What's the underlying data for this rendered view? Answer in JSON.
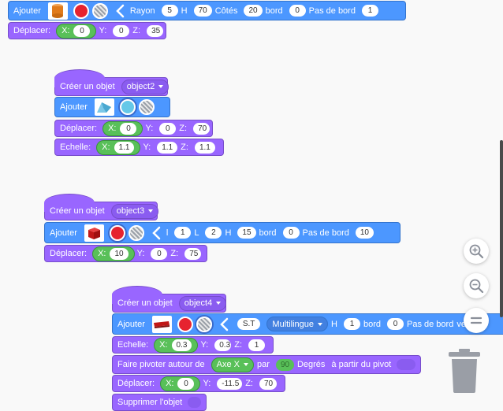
{
  "colors": {
    "motion": "#4c97ff",
    "looks": "#9966ff",
    "operator": "#59c059",
    "red": "#e6232f",
    "cyan": "#65c8e8"
  },
  "stack1": {
    "add": {
      "label": "Ajouter",
      "rayon_label": "Rayon",
      "rayon": "5",
      "h_label": "H",
      "h": "70",
      "cotes_label": "Côtés",
      "cotes": "20",
      "bord_label": "bord",
      "bord": "0",
      "pas_label": "Pas de bord",
      "pas": "1",
      "color": "#e6232f"
    },
    "move": {
      "label": "Déplacer:",
      "x_label": "X:",
      "x": "0",
      "y_label": "Y:",
      "y": "0",
      "z_label": "Z:",
      "z": "35"
    }
  },
  "stack2": {
    "create": {
      "label": "Créer un objet",
      "object": "object2"
    },
    "add": {
      "label": "Ajouter",
      "color": "#65c8e8"
    },
    "move": {
      "label": "Déplacer:",
      "x_label": "X:",
      "x": "0",
      "y_label": "Y:",
      "y": "0",
      "z_label": "Z:",
      "z": "70"
    },
    "scale": {
      "label": "Echelle:",
      "x_label": "X:",
      "x": "1.1",
      "y_label": "Y:",
      "y": "1.1",
      "z_label": "Z:",
      "z": "1.1"
    }
  },
  "stack3": {
    "create": {
      "label": "Créer un objet",
      "object": "object3"
    },
    "add": {
      "label": "Ajouter",
      "l_label": "l",
      "l": "1",
      "L_label": "L",
      "L": "2",
      "h_label": "H",
      "h": "15",
      "bord_label": "bord",
      "bord": "0",
      "pas_label": "Pas de bord",
      "pas": "10",
      "color": "#e6232f"
    },
    "move": {
      "label": "Déplacer:",
      "x_label": "X:",
      "x": "10",
      "y_label": "Y:",
      "y": "0",
      "z_label": "Z:",
      "z": "75"
    }
  },
  "stack4": {
    "create": {
      "label": "Créer un objet",
      "object": "object4"
    },
    "add": {
      "label": "Ajouter",
      "text": "S.T",
      "lang": "Multilingue",
      "h_label": "H",
      "h": "1",
      "bord_label": "bord",
      "bord": "0",
      "pas_label": "Pas de bord",
      "tail": "ve",
      "color": "#e6232f"
    },
    "scale": {
      "label": "Echelle:",
      "x_label": "X:",
      "x": "0.3",
      "y_label": "Y:",
      "y": "0.3",
      "z_label": "Z:",
      "z": "1"
    },
    "rotate": {
      "label": "Faire pivoter autour de",
      "axis": "Axe X",
      "par_label": "par",
      "degrees": "90",
      "deg_label": "Degrés",
      "pivot_label": "à partir du pivot"
    },
    "move": {
      "label": "Déplacer:",
      "x_label": "X:",
      "x": "0",
      "y_label": "Y:",
      "y": "-11.5",
      "z_label": "Z:",
      "z": "70"
    },
    "delete": {
      "label": "Supprimer l'objet"
    }
  },
  "controls": {
    "zoom_in": "zoom-in-icon",
    "zoom_out": "zoom-out-icon",
    "reset": "reset-zoom-icon",
    "trash": "trash-icon"
  }
}
